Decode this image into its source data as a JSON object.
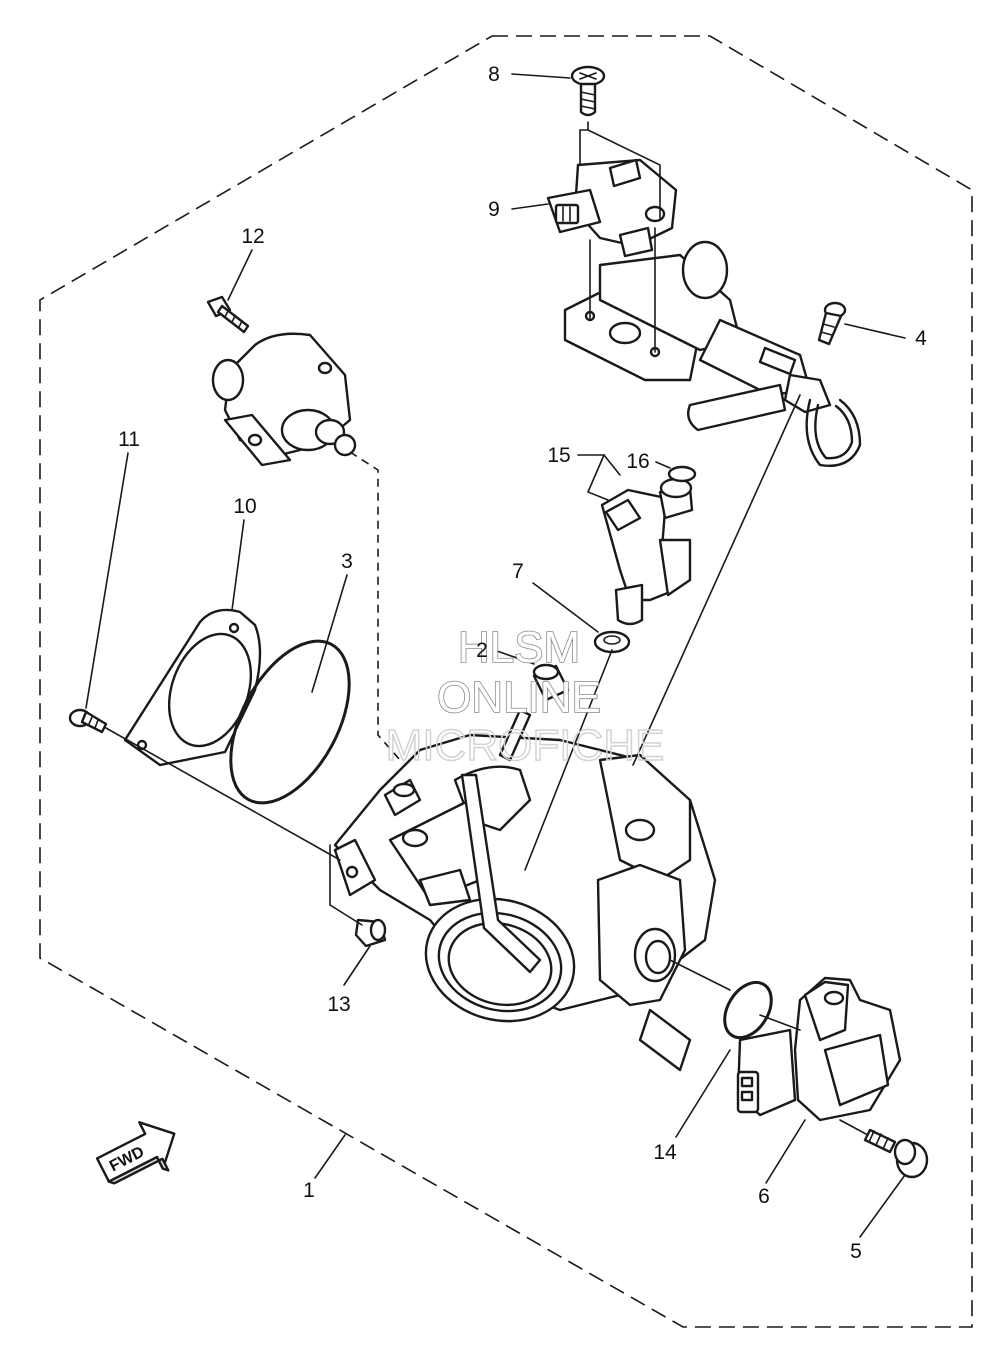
{
  "diagram": {
    "callouts": [
      {
        "id": "c8",
        "label": "8"
      },
      {
        "id": "c9",
        "label": "9"
      },
      {
        "id": "c12",
        "label": "12"
      },
      {
        "id": "c4",
        "label": "4"
      },
      {
        "id": "c11",
        "label": "11"
      },
      {
        "id": "c10",
        "label": "10"
      },
      {
        "id": "c15",
        "label": "15"
      },
      {
        "id": "c16",
        "label": "16"
      },
      {
        "id": "c3",
        "label": "3"
      },
      {
        "id": "c7",
        "label": "7"
      },
      {
        "id": "c2",
        "label": "2"
      },
      {
        "id": "c13",
        "label": "13"
      },
      {
        "id": "c14",
        "label": "14"
      },
      {
        "id": "c6",
        "label": "6"
      },
      {
        "id": "c1",
        "label": "1"
      },
      {
        "id": "c5",
        "label": "5"
      }
    ],
    "watermark": {
      "line1": "HLSM",
      "line2": "ONLINE",
      "line3": "MICROFICHE"
    },
    "fwd_label": "FWD"
  }
}
